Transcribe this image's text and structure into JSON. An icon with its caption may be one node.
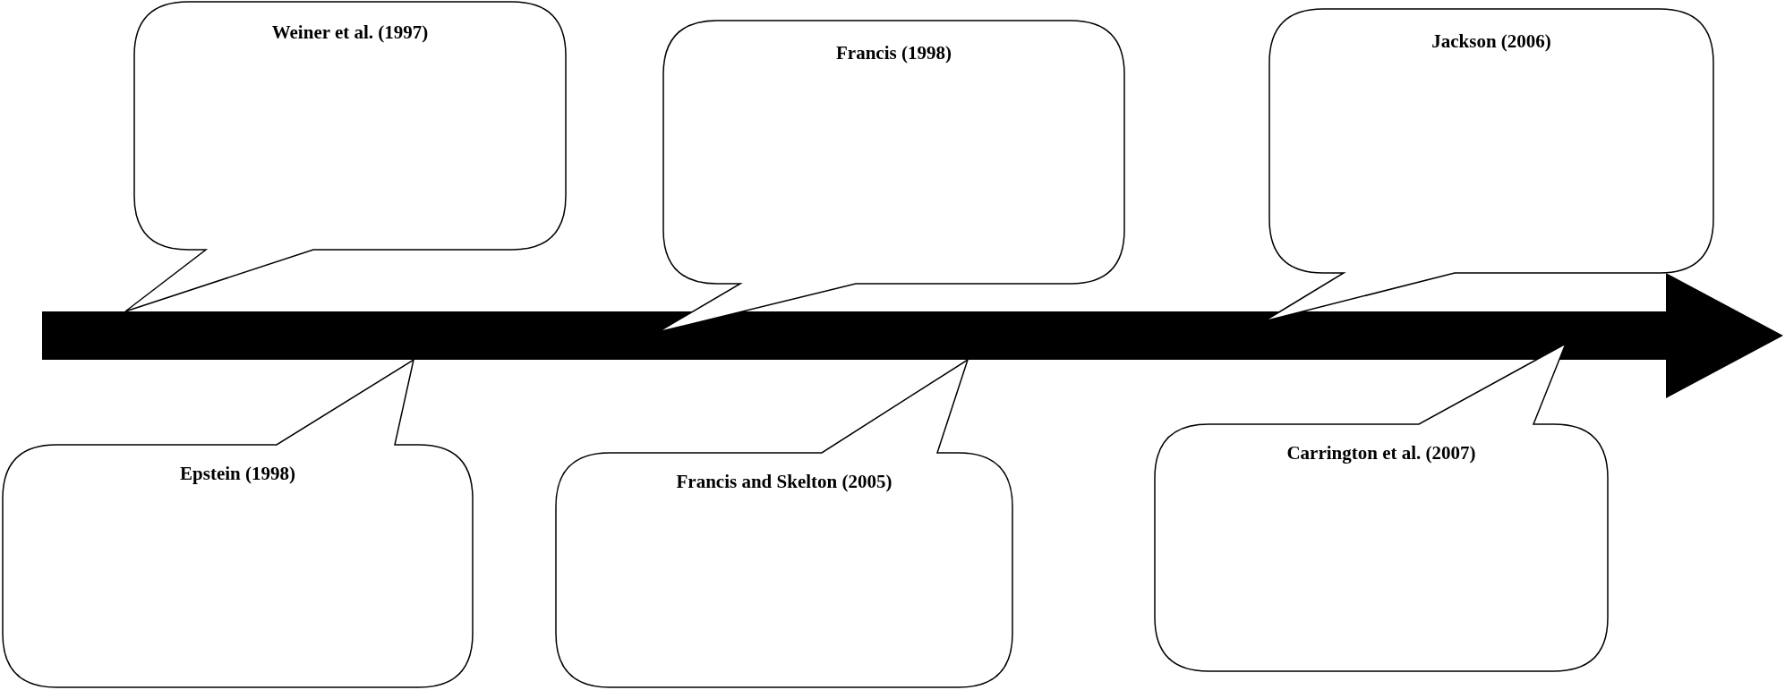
{
  "diagram": {
    "nodes": [
      {
        "text": [
          "Weiner et al. (1997)"
        ]
      },
      {
        "text": [
          "Epstein (1998)"
        ]
      },
      {
        "text": [
          "Francis (1998)"
        ]
      },
      {
        "text": [
          "Francis and Skelton (2005)"
        ]
      },
      {
        "text": [
          "Jackson (2006)"
        ]
      },
      {
        "text": [
          "Carrington et al. (2007)"
        ]
      },
      {
        "text": [],
        "shape": "arrow"
      }
    ]
  }
}
